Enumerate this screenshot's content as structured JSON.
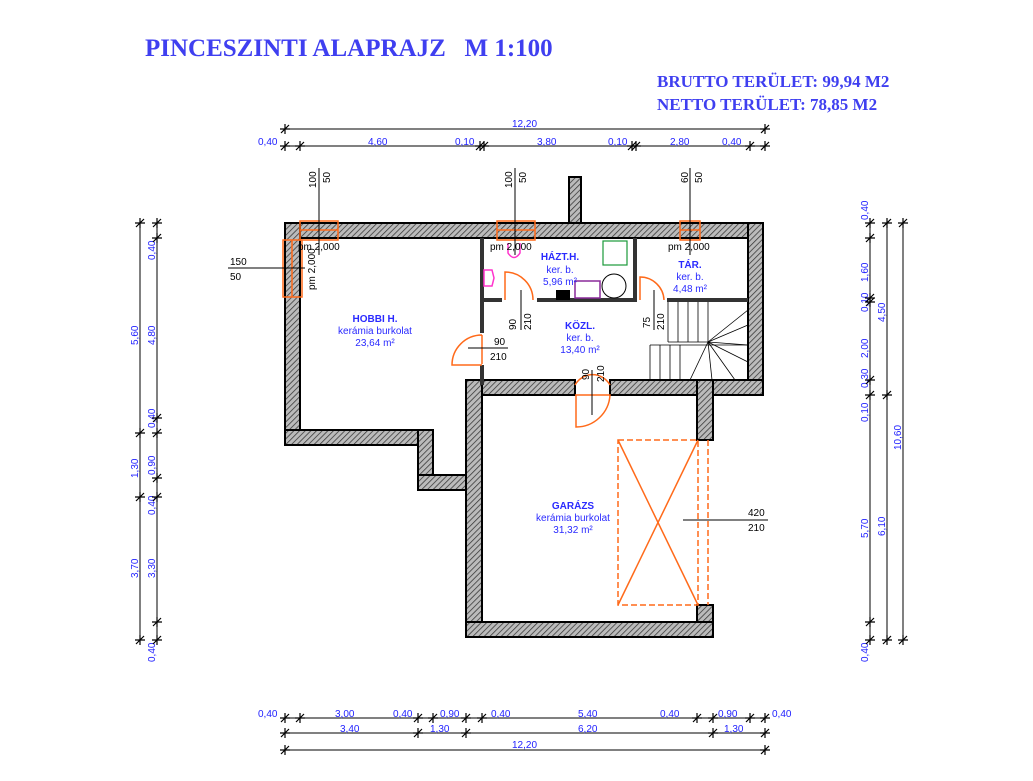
{
  "title": "PINCESZINTI ALAPRAJZ   M 1:100",
  "brutto": "BRUTTO TERÜLET: 99,94 M2",
  "netto": "NETTO TERÜLET: 78,85 M2",
  "rooms": [
    {
      "name": "HOBBI H.",
      "floor": "kerámia burkolat",
      "area": "23,64 m²"
    },
    {
      "name": "HÁZT.H.",
      "floor": "ker. b.",
      "area": "5,96 m²"
    },
    {
      "name": "TÁR.",
      "floor": "ker. b.",
      "area": "4,48 m²"
    },
    {
      "name": "KÖZL.",
      "floor": "ker. b.",
      "area": "13,40 m²"
    },
    {
      "name": "GARÁZS",
      "floor": "kerámia burkolat",
      "area": "31,32 m²"
    }
  ],
  "dims": {
    "top_total": "12,20",
    "top": [
      "0,40",
      "4,60",
      "0,10",
      "3,80",
      "0,10",
      "2,80",
      "0,40"
    ],
    "bottom1": [
      "0,40",
      "3,00",
      "0,40",
      "0,90",
      "0,40",
      "5,40",
      "0,40",
      "0,90",
      "0,40"
    ],
    "bottom2": [
      "3,40",
      "1,30",
      "6,20",
      "1,30"
    ],
    "bottom_total": "12,20",
    "left_outer": [
      "5,60",
      "1,30",
      "3,70",
      "0,40"
    ],
    "left_inner": [
      "0,40",
      "4,80",
      "0,40",
      "0,90",
      "0,40",
      "3,30"
    ],
    "right_inner": [
      "0,40",
      "1,60",
      "0,10",
      "2,00",
      "0,30",
      "0,10",
      "5,70",
      "0,40"
    ],
    "right_mid": [
      "4,50",
      "6,10"
    ],
    "right_total": "10,60"
  },
  "openings": {
    "win1": [
      "100",
      "50"
    ],
    "win2": [
      "100",
      "50"
    ],
    "win3": [
      "60",
      "50"
    ],
    "win_left": [
      "150",
      "50"
    ],
    "pm": "pm 2,000",
    "door_hazt": [
      "90",
      "210"
    ],
    "door_tar": [
      "75",
      "210"
    ],
    "door_hobbi": [
      "90",
      "210"
    ],
    "door_garage": [
      "90",
      "210"
    ],
    "garage_gate": [
      "420",
      "210"
    ]
  },
  "colors": {
    "text": "#2a2aff",
    "title": "#3f3ff0",
    "opening": "#ff6a1a"
  }
}
